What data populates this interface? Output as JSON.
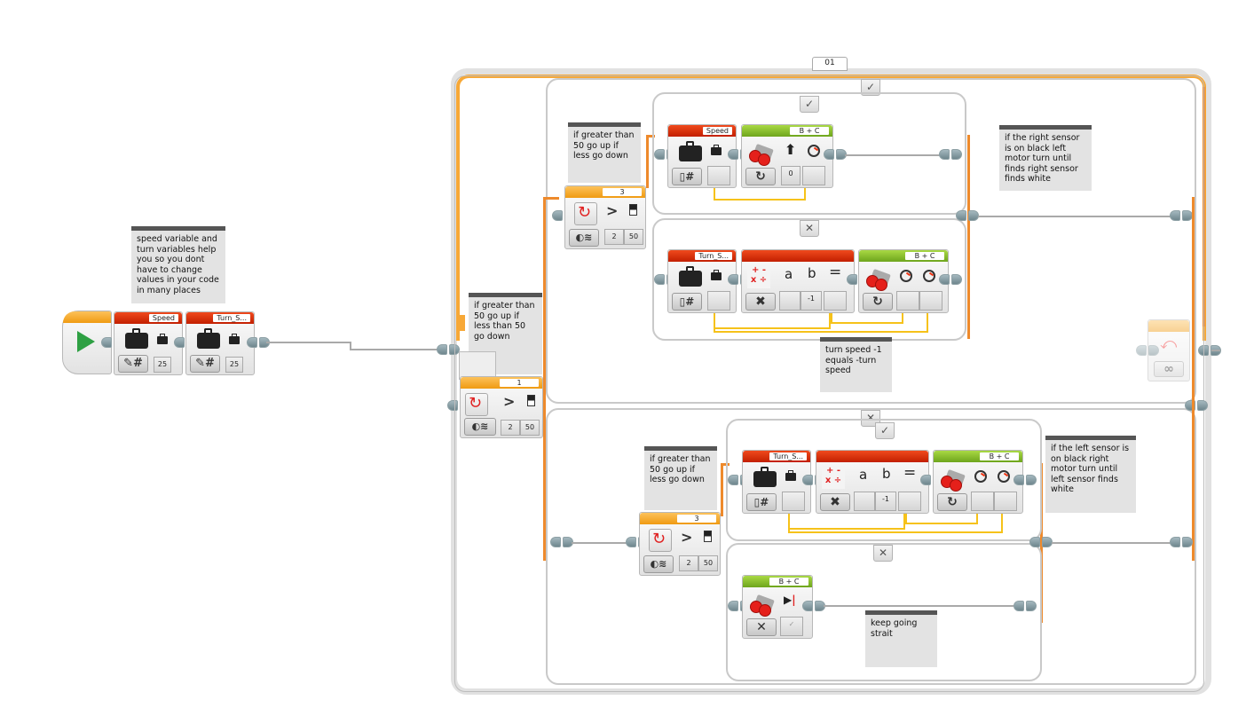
{
  "start_block": {
    "icon": "play-icon"
  },
  "variable_blocks": [
    {
      "name": "Speed",
      "mode": "write-numeric",
      "value": "25"
    },
    {
      "name": "Turn_S...",
      "mode": "write-numeric",
      "value": "25"
    }
  ],
  "comments": {
    "variables": "speed variable and turn variables help you so you dont have to change values in your code in many places",
    "outer_switch": "if greater than 50 go up if less than 50 go down",
    "upper_switch": "if greater than 50 go up if less go down",
    "right_sensor": "if the right sensor is on black left motor turn until finds right sensor finds white",
    "turn_speed": "turn speed -1 equals -turn speed",
    "lower_switch": "if greater than 50 go up if less go down",
    "left_sensor": "if the left sensor is on black right motor turn until left sensor finds white",
    "keep_going": "keep going strait"
  },
  "loop": {
    "name": "01",
    "mode": "infinite"
  },
  "outer_switch": {
    "port": "1",
    "comparison": ">",
    "compare_type": "2",
    "threshold": "50"
  },
  "upper_switch": {
    "port": "3",
    "comparison": ">",
    "compare_type": "2",
    "threshold": "50",
    "true_case": {
      "variable": {
        "name": "Speed",
        "mode": "read-numeric"
      },
      "steering": {
        "ports": "B + C",
        "steering": "0",
        "mode": "on"
      }
    },
    "false_case": {
      "variable": {
        "name": "Turn_S...",
        "mode": "read-numeric"
      },
      "math": {
        "mode": "multiply",
        "a": "a",
        "b": "b",
        "b_value": "-1",
        "eq": "="
      },
      "tank": {
        "ports": "B + C",
        "mode": "on"
      }
    }
  },
  "lower_switch": {
    "port": "3",
    "comparison": ">",
    "compare_type": "2",
    "threshold": "50",
    "true_case": {
      "variable": {
        "name": "Turn_S...",
        "mode": "read-numeric"
      },
      "math": {
        "mode": "multiply",
        "a": "a",
        "b": "b",
        "b_value": "-1",
        "eq": "="
      },
      "tank": {
        "ports": "B + C",
        "mode": "on"
      }
    },
    "false_case": {
      "steering": {
        "ports": "B + C",
        "mode": "off",
        "brake": "✓"
      }
    }
  },
  "case_tabs": {
    "true": "✓",
    "false": "✕"
  },
  "math_ops": "+ -\nx ÷"
}
